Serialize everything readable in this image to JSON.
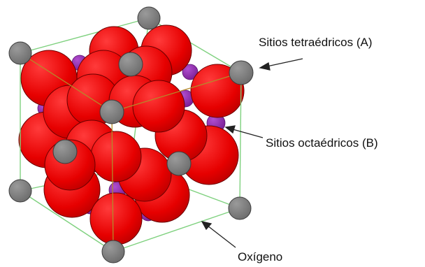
{
  "labels": {
    "tetrahedral": "Sitios tetraédricos (A)",
    "octahedral": "Sitios octaédricos (B)",
    "oxygen": "Oxígeno"
  },
  "colors": {
    "oxygen": "#e60000",
    "tetrahedral_site": "#808080",
    "octahedral_site": "#8a2aa6",
    "cell_edge": "#7fd17f",
    "diagonal": "#b58a2a"
  }
}
